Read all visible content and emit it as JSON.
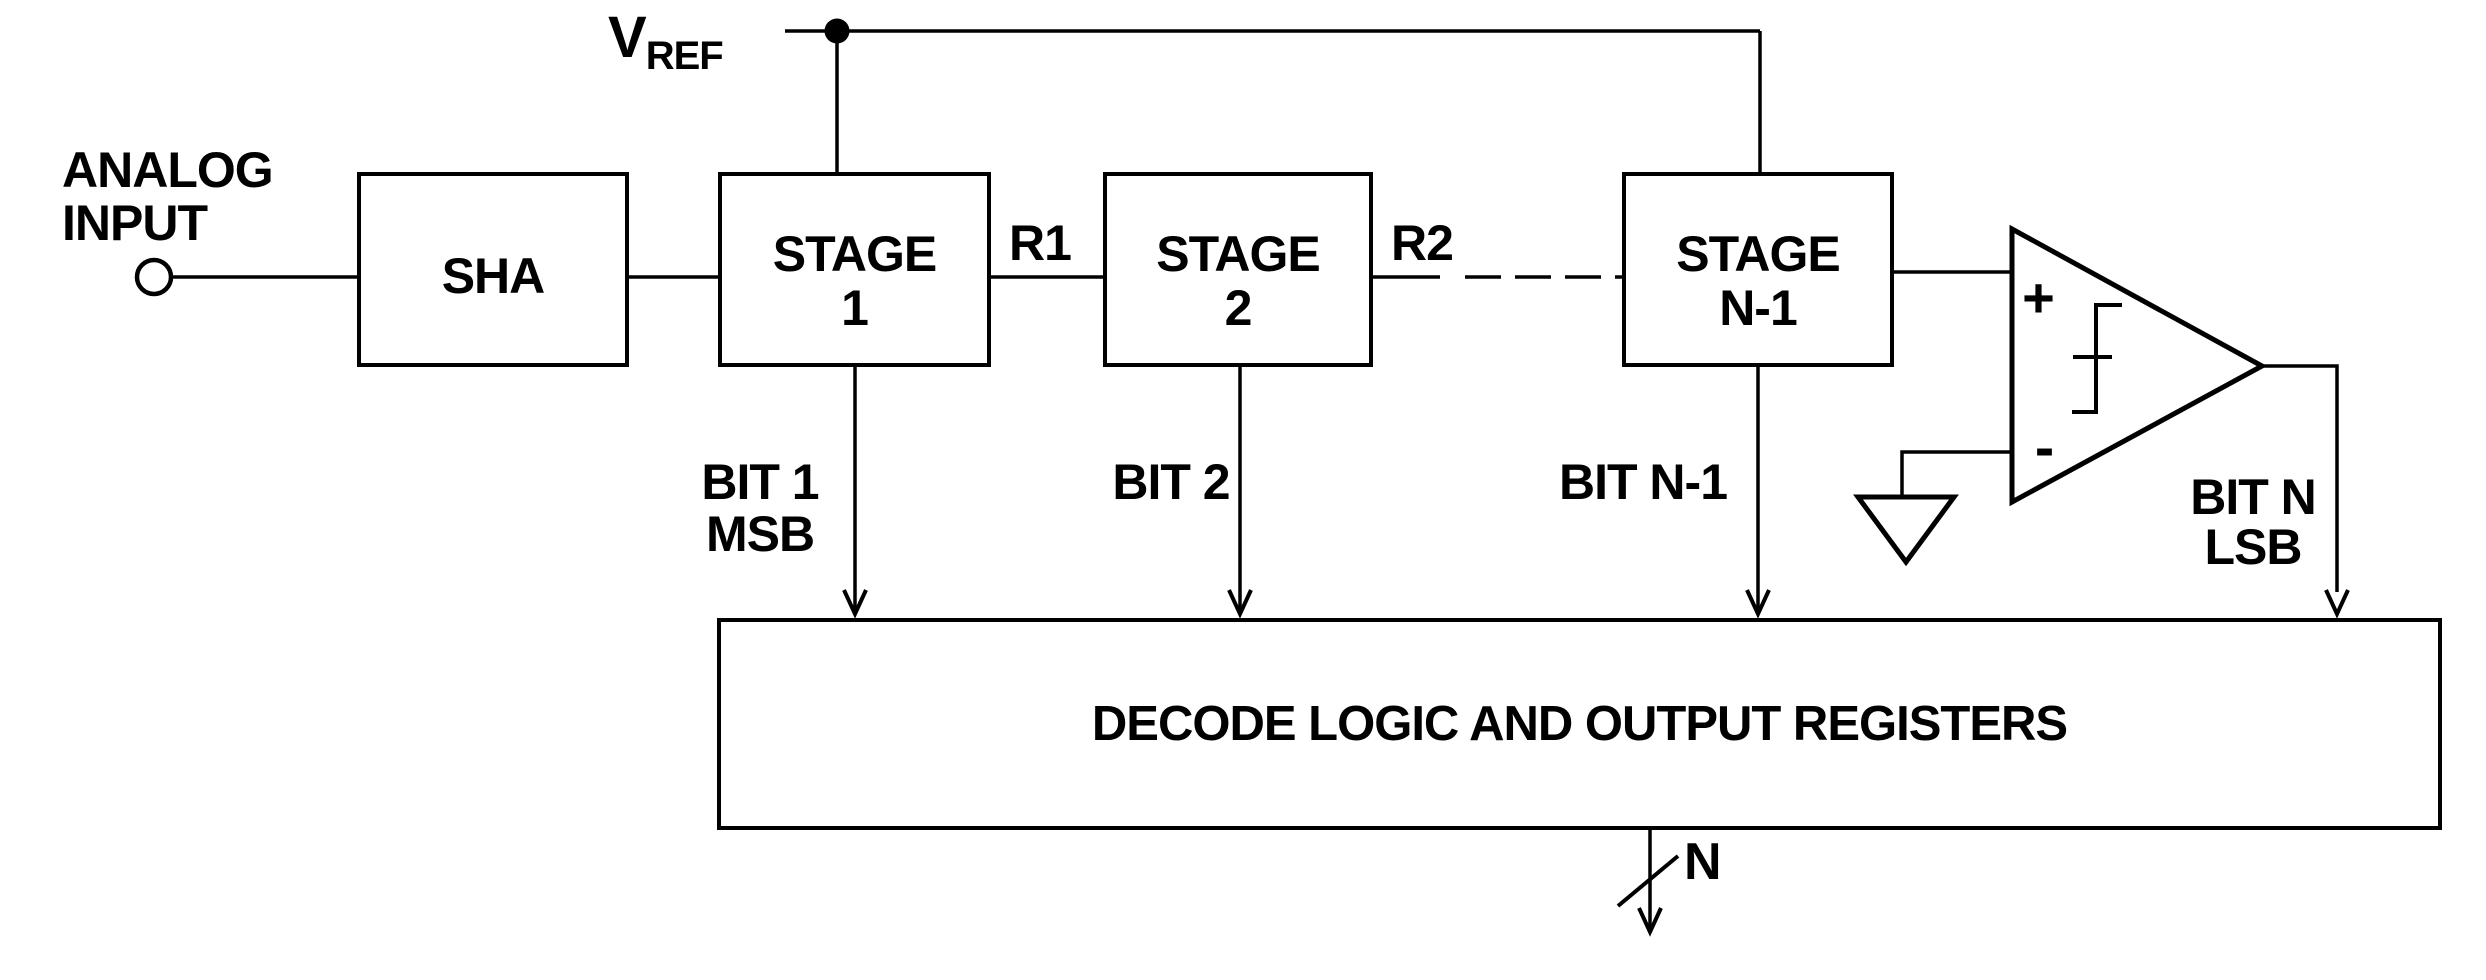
{
  "labels": {
    "vref_main": "V",
    "vref_sub": "REF",
    "analog_input_line1": "ANALOG",
    "analog_input_line2": "INPUT",
    "r1": "R1",
    "r2": "R2"
  },
  "blocks": {
    "sha": {
      "label": "SHA"
    },
    "stage1": {
      "line1": "STAGE",
      "line2": "1"
    },
    "stage2": {
      "line1": "STAGE",
      "line2": "2"
    },
    "stage_n1": {
      "line1": "STAGE",
      "line2": "N-1"
    },
    "decode": {
      "label": "DECODE LOGIC AND OUTPUT REGISTERS"
    }
  },
  "comparator": {
    "plus": "+",
    "minus": "-"
  },
  "bits": {
    "bit1": {
      "line1": "BIT 1",
      "line2": "MSB"
    },
    "bit2": {
      "line1": "BIT 2"
    },
    "bit_n1": {
      "line1": "BIT N-1"
    },
    "bit_n": {
      "line1": "BIT N",
      "line2": "LSB"
    }
  },
  "bus": {
    "width_label": "N"
  },
  "colors": {
    "ink": "#000000",
    "background": "#ffffff"
  }
}
